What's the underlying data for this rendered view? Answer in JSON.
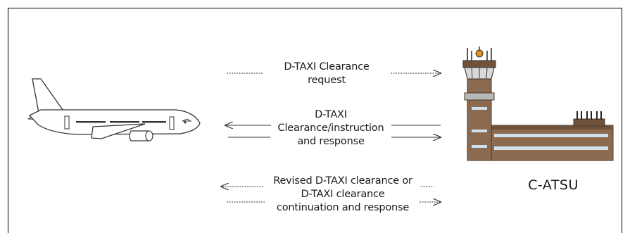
{
  "messages": {
    "request": {
      "lines": [
        "D-TAXI Clearance",
        "request"
      ]
    },
    "instruction": {
      "lines": [
        "D-TAXI",
        "Clearance/instruction",
        "and response"
      ]
    },
    "revised": {
      "lines": [
        "Revised D-TAXI clearance or",
        "D-TAXI clearance",
        "continuation and response"
      ]
    }
  },
  "entities": {
    "atsu_label": "C-ATSU"
  },
  "icons": {
    "aircraft": "aircraft-icon",
    "tower": "control-tower-icon"
  },
  "colors": {
    "aircraft_body": "#ffffff",
    "outline": "#333333",
    "tower_wall": "#8c6a4f",
    "tower_cab": "#d9d9d9",
    "window": "#1a1a1a",
    "beacon": "#e0901c"
  }
}
